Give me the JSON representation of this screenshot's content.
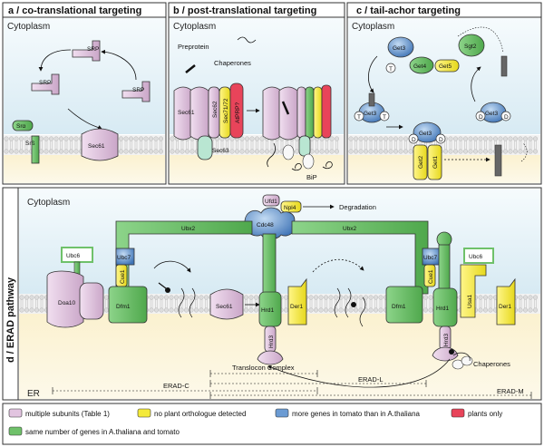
{
  "panels": {
    "a": {
      "title": "a / co-translational targeting",
      "context": "Cytoplasm",
      "labels": {
        "srp1": "SRP",
        "srp2": "SRP",
        "srp3": "SRP",
        "sra": "Srα",
        "srb": "Srß",
        "sec61": "Sec61"
      }
    },
    "b": {
      "title": "b / post-translational targeting",
      "context": "Cytoplasm",
      "labels": {
        "preprotein": "Preprotein",
        "chaperones": "Chaperones",
        "sec61": "Sec61",
        "sec62": "Sec62",
        "sec71": "Sec71/72",
        "atprp": "AtPRP?",
        "sec63": "Sec63",
        "bip": "BiP"
      }
    },
    "c": {
      "title": "c / tail-achor targeting",
      "context": "Cytoplasm",
      "labels": {
        "get3a": "Get3",
        "get3b": "Get3",
        "get3c": "Get3",
        "get3d": "Get3",
        "get4": "Get4",
        "get5": "Get5",
        "sgt2": "Sgt2",
        "get2": "Get2",
        "get1": "Get1",
        "t": "T",
        "d": "D"
      }
    },
    "d": {
      "title": "d / ERAD pathway",
      "context": "Cytoplasm",
      "er": "ER",
      "labels": {
        "ufd1": "Ufd1",
        "npl4": "Npl4",
        "cdc48": "Cdc48",
        "degradation": "Degradation",
        "ubx2a": "Ubx2",
        "ubx2b": "Ubx2",
        "ubc6a": "Ubc6",
        "ubc6b": "Ubc6",
        "ubc7a": "Ubc7",
        "ubc7b": "Ubc7",
        "cue1a": "Cue1",
        "cue1b": "Cue1",
        "doa10": "Doa10",
        "dfm1a": "Dfm1",
        "dfm1b": "Dfm1",
        "sec61": "Sec61",
        "hrd1a": "Hrd1",
        "hrd1b": "Hrd1",
        "der1a": "Der1",
        "der1b": "Der1",
        "usa1": "Usa1",
        "hrd3a": "Hrd3",
        "hrd3b": "Hrd3",
        "chaperones": "Chaperones",
        "translocon": "Translocon Complex",
        "eradc": "ERAD-C",
        "eradl": "ERAD-L",
        "eradm": "ERAD-M"
      }
    }
  },
  "legend": [
    {
      "label": "multiple subunits (Table 1)",
      "color": "#e2c4e0"
    },
    {
      "label": "no plant orthologue detected",
      "color": "#f4ea3a"
    },
    {
      "label": "more genes in tomato than in A.thaliana",
      "color": "#6b9bd3"
    },
    {
      "label": "plants only",
      "color": "#e8445a"
    },
    {
      "label": "same number of genes in A.thaliana and tomato",
      "color": "#6fc16a"
    }
  ],
  "colors": {
    "purple": "#e2c4e0",
    "yellow": "#f4ea3a",
    "blue": "#6b9bd3",
    "red": "#e8445a",
    "green": "#6fc16a",
    "cytoplasm": "#e9f3f8",
    "lumen": "#fbf2d6"
  }
}
